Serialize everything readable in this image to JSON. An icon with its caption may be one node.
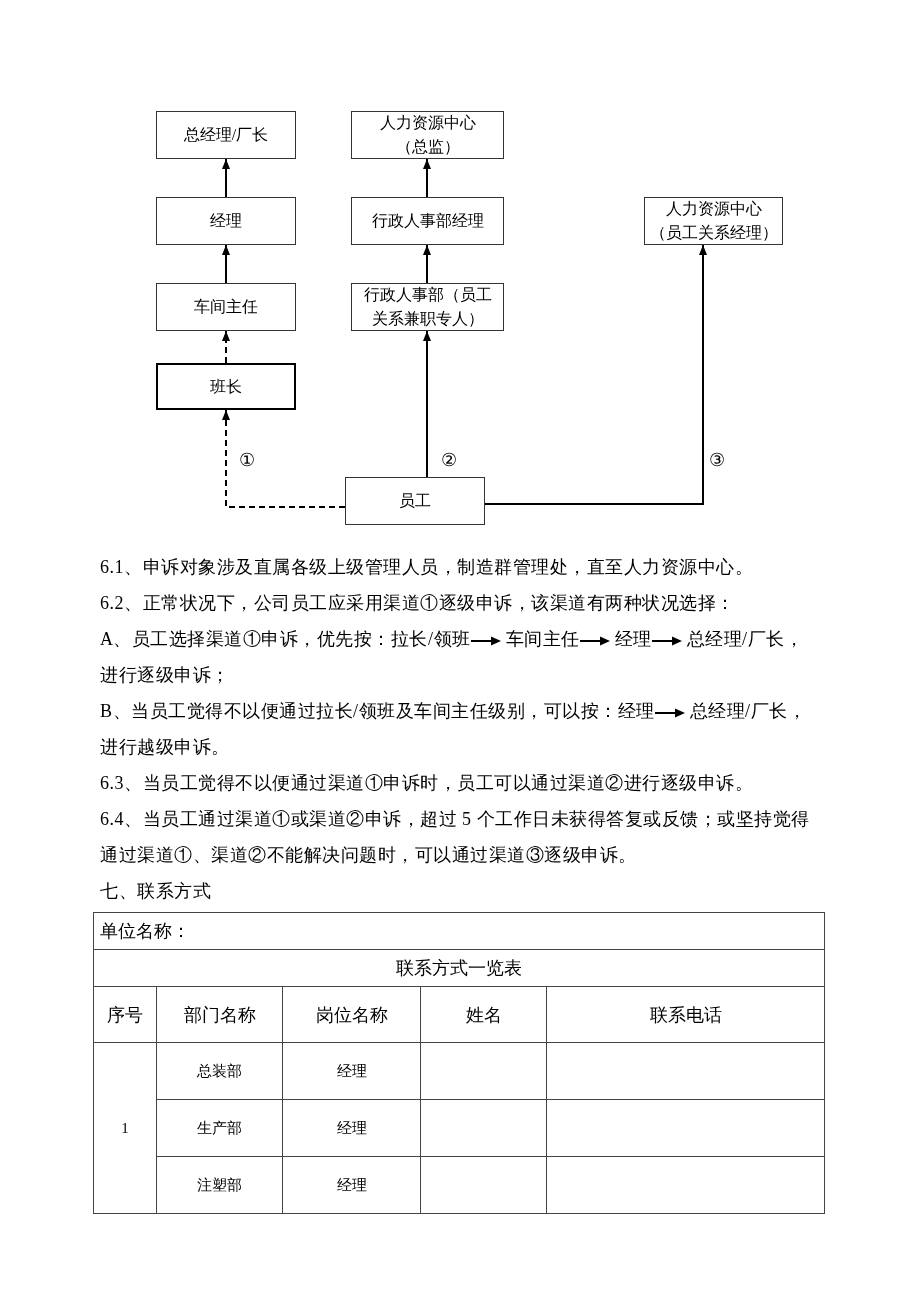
{
  "diagram": {
    "nodes": [
      {
        "text": [
          "总经理/厂长"
        ]
      },
      {
        "text": [
          "经理"
        ]
      },
      {
        "text": [
          "车间主任"
        ]
      },
      {
        "text": [
          "班长"
        ]
      },
      {
        "text": [
          "人力资源中心（总监）"
        ]
      },
      {
        "text": [
          "行政人事部经理"
        ]
      },
      {
        "text": [
          "行政人事部（员工关系兼职专人）"
        ]
      },
      {
        "text": [
          "人力资源中心（员工关系经理）"
        ]
      },
      {
        "text": [
          "员工"
        ]
      }
    ],
    "edges": [
      {
        "from": 1,
        "to": 0,
        "arrow": "to"
      },
      {
        "from": 2,
        "to": 1,
        "arrow": "to"
      },
      {
        "from": 3,
        "to": 2,
        "arrow": "to",
        "style": "dashed"
      },
      {
        "from": 8,
        "to": 3,
        "arrow": "to",
        "style": "dashed",
        "label": "①"
      },
      {
        "from": 6,
        "to": 5,
        "arrow": "to"
      },
      {
        "from": 5,
        "to": 4,
        "arrow": "to"
      },
      {
        "from": 8,
        "to": 6,
        "arrow": "to",
        "label": "②"
      },
      {
        "from": 8,
        "to": 7,
        "arrow": "to",
        "label": "③"
      }
    ],
    "labels": [
      "6.1、申诉对象涉及直属各级上级管理人员，制造群管理处，直至人力资源中心。",
      "6.2、正常状况下，公司员工应采用渠道①逐级申诉，该渠道有两种状况选择：",
      "A、员工选择渠道①申诉，优先按：拉长/领班 车间主任 经理 总经理/厂长，进行逐级申诉；",
      "B、当员工觉得不以便通过拉长/领班及车间主任级别，可以按：经理 总经理/厂长，进行越级申诉。",
      "6.3、当员工觉得不以便通过渠道①申诉时，员工可以通过渠道②进行逐级申诉。",
      "6.4、当员工通过渠道①或渠道②申诉，超过 5 个工作日未获得答复或反馈；或坚持觉得通过渠道①、渠道②不能解决问题时，可以通过渠道③逐级申诉。",
      "七、联系方式",
      "单位名称：",
      "联系方式一览表",
      "序号",
      "部门名称",
      "岗位名称",
      "姓名",
      "联系电话",
      "1",
      "总装部",
      "经理",
      "生产部",
      "经理",
      "注塑部",
      "经理"
    ]
  }
}
